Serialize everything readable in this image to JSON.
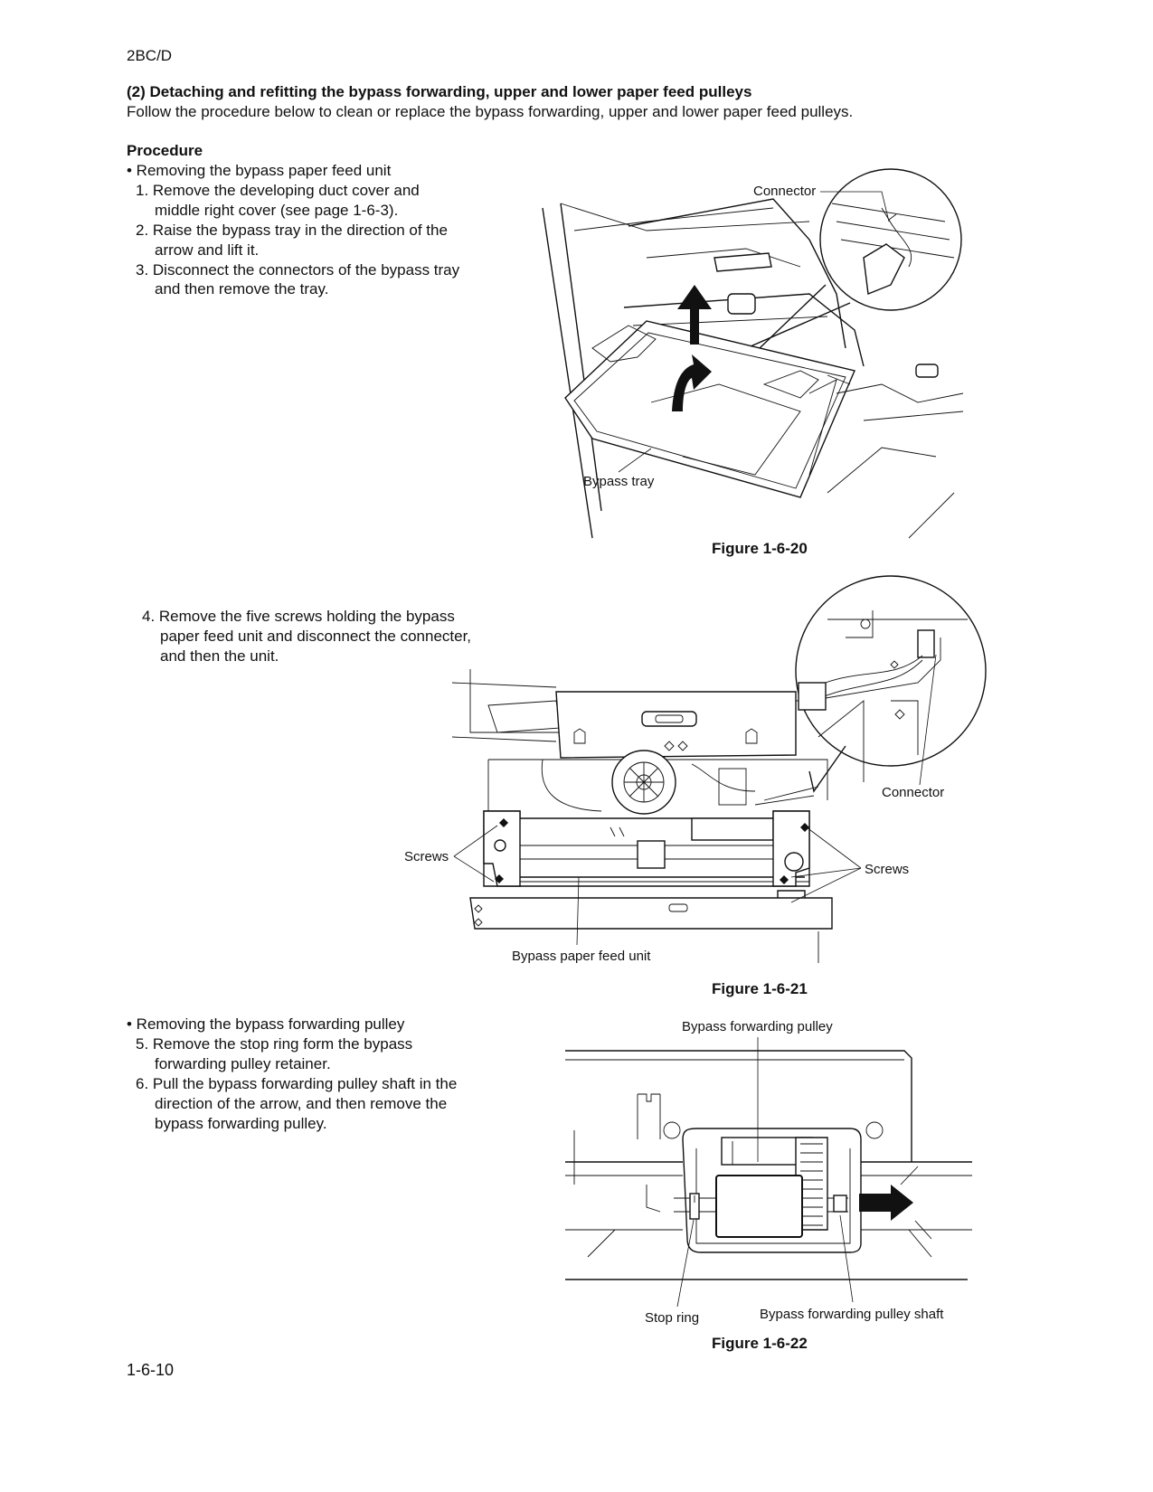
{
  "header": {
    "doc_code": "2BC/D"
  },
  "section": {
    "title": "(2) Detaching and refitting the bypass forwarding, upper and lower paper feed pulleys",
    "intro": "Follow the procedure below to clean or replace the bypass forwarding, upper and lower paper feed pulleys.",
    "procedure_heading": "Procedure"
  },
  "group1": {
    "bullet": "• Removing the bypass paper feed unit",
    "steps": [
      {
        "line1": "1. Remove the developing duct cover and",
        "line2": "middle right cover (see page 1-6-3)."
      },
      {
        "line1": "2. Raise the bypass tray in the direction of the",
        "line2": "arrow and lift it."
      },
      {
        "line1": "3. Disconnect the connectors of the bypass tray",
        "line2": "and then remove the tray."
      },
      {
        "line1": "4. Remove the five screws holding the bypass",
        "line2": "paper feed unit and disconnect the connecter,",
        "line3": "and then the unit."
      }
    ]
  },
  "group2": {
    "bullet": "• Removing the bypass forwarding pulley",
    "steps": [
      {
        "line1": "5. Remove the stop ring form the bypass",
        "line2": "forwarding pulley retainer."
      },
      {
        "line1": "6. Pull the bypass forwarding pulley shaft in the",
        "line2": "direction of the arrow, and then remove the",
        "line3": "bypass forwarding pulley."
      }
    ]
  },
  "figures": {
    "fig20": {
      "caption": "Figure 1-6-20",
      "labels": {
        "connector": "Connector",
        "bypass_tray": "Bypass tray"
      }
    },
    "fig21": {
      "caption": "Figure 1-6-21",
      "labels": {
        "connector": "Connector",
        "screws_left": "Screws",
        "screws_right": "Screws",
        "unit": "Bypass paper feed unit"
      }
    },
    "fig22": {
      "caption": "Figure 1-6-22",
      "labels": {
        "pulley": "Bypass forwarding pulley",
        "stop_ring": "Stop ring",
        "shaft": "Bypass forwarding pulley shaft"
      }
    }
  },
  "footer": {
    "page_number": "1-6-10"
  }
}
